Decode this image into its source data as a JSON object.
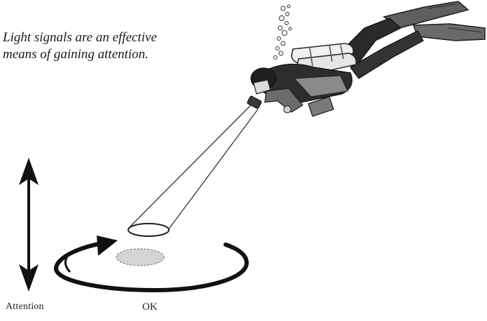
{
  "caption": {
    "line1": "Light signals are an effective",
    "line2": "means of gaining attention."
  },
  "labels": {
    "attention": "Attention",
    "ok": "OK"
  },
  "colors": {
    "ink": "#111111",
    "spot_fill": "#d4d4d4",
    "spot_stroke": "#8a8a8a",
    "diver_dark": "#2a2a2a",
    "diver_mid": "#6f6f6f",
    "tank": "#e9e9e9"
  },
  "icons": {
    "attention_signal": "up-down-arrow-icon",
    "ok_signal": "circular-arrow-icon",
    "diver": "scuba-diver-illustration"
  }
}
